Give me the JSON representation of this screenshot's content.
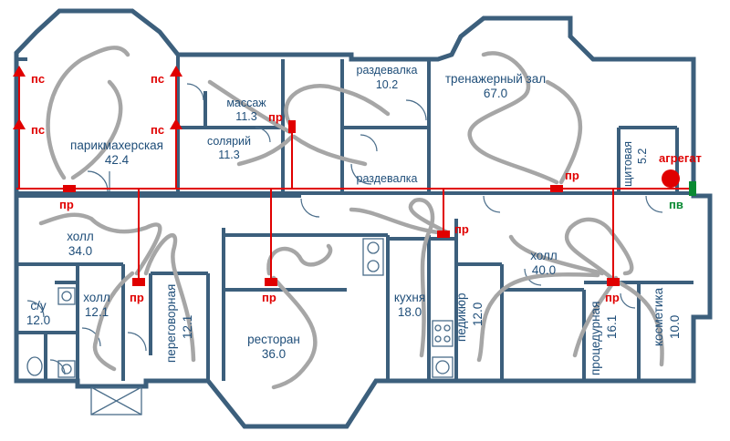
{
  "rooms": [
    {
      "id": "hair",
      "name": "парикмахерская",
      "area": "42.4"
    },
    {
      "id": "massage",
      "name": "массаж",
      "area": "11.3"
    },
    {
      "id": "solar",
      "name": "солярий",
      "area": "11.3"
    },
    {
      "id": "locker1",
      "name": "раздевалка",
      "area": "10.2"
    },
    {
      "id": "locker2",
      "name": "раздевалка",
      "area": ""
    },
    {
      "id": "gym",
      "name": "тренажерный зал",
      "area": "67.0"
    },
    {
      "id": "panel",
      "name": "щитовая",
      "area": "5.2"
    },
    {
      "id": "hall1",
      "name": "холл",
      "area": "34.0"
    },
    {
      "id": "wc",
      "name": "с/у",
      "area": "12.0"
    },
    {
      "id": "hall2",
      "name": "холл",
      "area": "12.1"
    },
    {
      "id": "meeting",
      "name": "переговорная",
      "area": "12.1"
    },
    {
      "id": "restaurant",
      "name": "ресторан",
      "area": "36.0"
    },
    {
      "id": "kitchen",
      "name": "кухня",
      "area": "18.0"
    },
    {
      "id": "pedicure",
      "name": "педикюр",
      "area": "12.0"
    },
    {
      "id": "hall3",
      "name": "холл",
      "area": "40.0"
    },
    {
      "id": "procedure",
      "name": "процедурная",
      "area": "16.1"
    },
    {
      "id": "cosmetics",
      "name": "косметика",
      "area": "10.0"
    }
  ],
  "labels": {
    "exhaust": "пс",
    "supply": "пр",
    "unit": "агрегат",
    "intake": "пв"
  },
  "colors": {
    "duct": "#e00000",
    "wall": "#3c5f7c",
    "text": "#1f4e79",
    "airflow": "#a6a6a6",
    "intake": "#0a8a33"
  }
}
